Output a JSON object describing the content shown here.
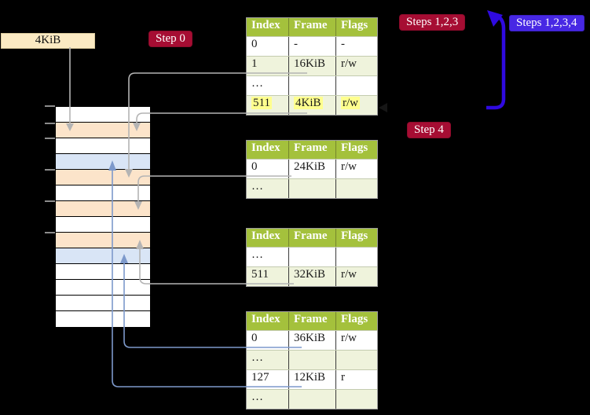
{
  "colors": {
    "background": "#000000",
    "crimson_badge": "#a60d33",
    "blue_badge": "#4728e4",
    "arrow_gray": "#b4b4b4",
    "arrow_blue_thin": "#7d99cb",
    "arrow_blue_thick": "#2f0ae0",
    "arrow_dark_tip": "#161616",
    "header_green": "#a4c13c",
    "row_green": "#eff3dc",
    "highlight_yellow": "#ffff8e",
    "memory_pagetable_peach": "#fce4ca",
    "memory_mapped_blue": "#d9e5f6",
    "cr3_box_cream": "#fbeac3"
  },
  "cr3_box": {
    "label": "4KiB"
  },
  "badges": {
    "step0": "Step 0",
    "steps123": "Steps 1,2,3",
    "steps1234": "Steps 1,2,3,4",
    "step4": "Step 4"
  },
  "memory": {
    "rows": [
      "white",
      "peach",
      "white",
      "blue",
      "peach",
      "white",
      "peach",
      "white",
      "peach",
      "blue",
      "white",
      "white",
      "white",
      "white"
    ]
  },
  "tables": [
    {
      "headers": [
        "Index",
        "Frame",
        "Flags"
      ],
      "rows": [
        {
          "cells": [
            "0",
            "-",
            "-"
          ]
        },
        {
          "cells": [
            "1",
            "16KiB",
            "r/w"
          ]
        },
        {
          "cells": [
            "…",
            "",
            ""
          ]
        },
        {
          "cells": [
            "511",
            "4KiB",
            "r/w"
          ],
          "highlight": true
        }
      ]
    },
    {
      "headers": [
        "Index",
        "Frame",
        "Flags"
      ],
      "rows": [
        {
          "cells": [
            "0",
            "24KiB",
            "r/w"
          ]
        },
        {
          "cells": [
            "…",
            "",
            ""
          ]
        }
      ]
    },
    {
      "headers": [
        "Index",
        "Frame",
        "Flags"
      ],
      "rows": [
        {
          "cells": [
            "…",
            "",
            ""
          ]
        },
        {
          "cells": [
            "511",
            "32KiB",
            "r/w"
          ]
        }
      ]
    },
    {
      "headers": [
        "Index",
        "Frame",
        "Flags"
      ],
      "rows": [
        {
          "cells": [
            "0",
            "36KiB",
            "r/w"
          ]
        },
        {
          "cells": [
            "…",
            "",
            ""
          ]
        },
        {
          "cells": [
            "127",
            "12KiB",
            "r"
          ]
        },
        {
          "cells": [
            "…",
            "",
            ""
          ]
        }
      ]
    }
  ]
}
